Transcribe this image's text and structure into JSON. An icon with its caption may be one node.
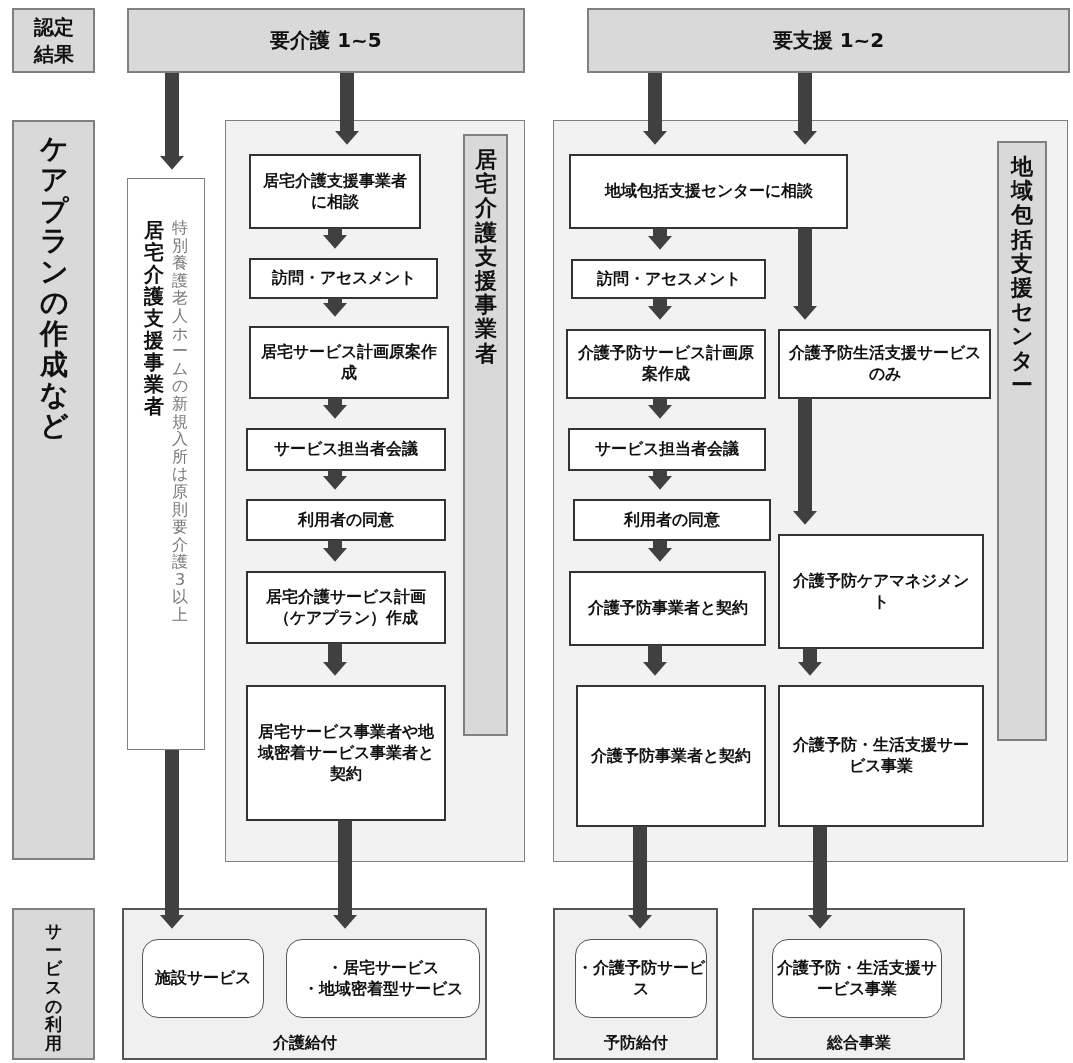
{
  "diagram": {
    "nodes": [
      {
        "text": [
          "認定結果"
        ]
      },
      {
        "text": [
          "要介護 1~5"
        ]
      },
      {
        "text": [
          "要支援 1~2"
        ]
      },
      {
        "text": [
          "ケアプランの作成など"
        ]
      },
      {
        "text": [
          "居宅介護支援事業者",
          "特別養護老人ホームの新規入所は原則要介護3以上"
        ]
      },
      {
        "text": [],
        "shape": "box"
      },
      {
        "text": [
          "居宅介護支援事業者に相談"
        ],
        "in": 5
      },
      {
        "text": [
          "訪問・アセスメント"
        ],
        "in": 5
      },
      {
        "text": [
          "居宅サービス計画原案作成"
        ],
        "in": 5
      },
      {
        "text": [
          "サービス担当者会議"
        ],
        "in": 5
      },
      {
        "text": [
          "利用者の同意"
        ],
        "in": 5
      },
      {
        "text": [
          "居宅介護サービス計画（ケアプラン）作成"
        ],
        "in": 5
      },
      {
        "text": [
          "居宅サービス事業者や地域密着サービス事業者と契約"
        ],
        "in": 5
      },
      {
        "text": [
          "居宅介護支援事業者"
        ],
        "in": 5
      },
      {
        "text": [],
        "shape": "box"
      },
      {
        "text": [
          "地域包括支援センターに相談"
        ],
        "in": 14
      },
      {
        "text": [
          "訪問・アセスメント"
        ],
        "in": 14
      },
      {
        "text": [
          "介護予防サービス計画原案作成"
        ],
        "in": 14
      },
      {
        "text": [
          "介護予防生活支援サービスのみ"
        ],
        "in": 14
      },
      {
        "text": [
          "サービス担当者会議"
        ],
        "in": 14
      },
      {
        "text": [
          "利用者の同意"
        ],
        "in": 14
      },
      {
        "text": [
          "介護予防ケアマネジメント"
        ],
        "in": 14
      },
      {
        "text": [
          "介護予防事業者と契約"
        ],
        "in": 14
      },
      {
        "text": [
          "介護予防事業者と契約"
        ],
        "in": 14
      },
      {
        "text": [
          "介護予防・生活支援サービス事業"
        ],
        "in": 14
      },
      {
        "text": [
          "地域包括支援センター"
        ],
        "in": 14
      },
      {
        "text": [
          "サービスの利用"
        ]
      },
      {
        "text": [
          "介護給付"
        ]
      },
      {
        "text": [
          "施設サービス"
        ],
        "in": 27
      },
      {
        "text": [
          "・居宅サービス",
          "・地域密着型サービス"
        ],
        "in": 27
      },
      {
        "text": [
          "予防給付"
        ]
      },
      {
        "text": [
          "・介護予防サービス"
        ],
        "in": 30
      },
      {
        "text": [
          "総合事業"
        ]
      },
      {
        "text": [
          "介護予防・生活支援サービス事業"
        ],
        "in": 32
      }
    ],
    "edges": [
      {
        "from": 1,
        "to": 4,
        "arrow": "to"
      },
      {
        "from": 1,
        "to": 6,
        "arrow": "to"
      },
      {
        "from": 6,
        "to": 7,
        "arrow": "to"
      },
      {
        "from": 7,
        "to": 8,
        "arrow": "to"
      },
      {
        "from": 8,
        "to": 9,
        "arrow": "to"
      },
      {
        "from": 9,
        "to": 10,
        "arrow": "to"
      },
      {
        "from": 10,
        "to": 11,
        "arrow": "to"
      },
      {
        "from": 11,
        "to": 12,
        "arrow": "to"
      },
      {
        "from": 4,
        "to": 28,
        "arrow": "to"
      },
      {
        "from": 12,
        "to": 29,
        "arrow": "to"
      },
      {
        "from": 2,
        "to": 15,
        "arrow": "to"
      },
      {
        "from": 2,
        "to": 15,
        "arrow": "to"
      },
      {
        "from": 15,
        "to": 16,
        "arrow": "to"
      },
      {
        "from": 15,
        "to": 18,
        "arrow": "to"
      },
      {
        "from": 16,
        "to": 17,
        "arrow": "to"
      },
      {
        "from": 17,
        "to": 19,
        "arrow": "to"
      },
      {
        "from": 19,
        "to": 20,
        "arrow": "to"
      },
      {
        "from": 20,
        "to": 22,
        "arrow": "to"
      },
      {
        "from": 22,
        "to": 23,
        "arrow": "to"
      },
      {
        "from": 18,
        "to": 21,
        "arrow": "to"
      },
      {
        "from": 21,
        "to": 24,
        "arrow": "to"
      },
      {
        "from": 23,
        "to": 31,
        "arrow": "to"
      },
      {
        "from": 24,
        "to": 33,
        "arrow": "to"
      }
    ]
  }
}
